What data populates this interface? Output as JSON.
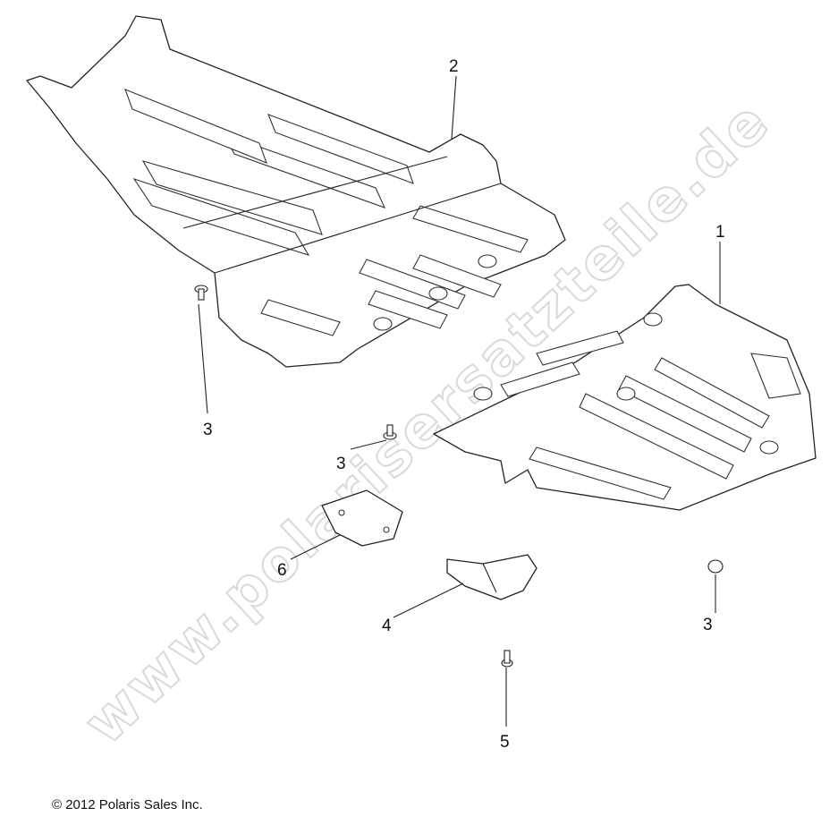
{
  "watermark": "www.polarisersatzteile.de",
  "copyright": "© 2012 Polaris Sales Inc.",
  "callouts": {
    "part1": "1",
    "part2": "2",
    "part3_left": "3",
    "part3_middle": "3",
    "part3_right": "3",
    "part4": "4",
    "part5": "5",
    "part6": "6"
  }
}
